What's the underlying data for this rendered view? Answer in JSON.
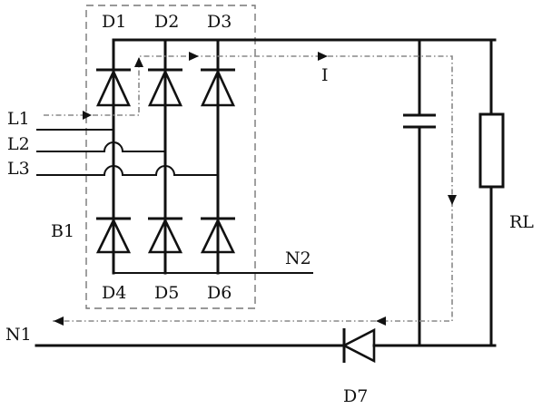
{
  "labels": {
    "d1": "D1",
    "d2": "D2",
    "d3": "D3",
    "d4": "D4",
    "d5": "D5",
    "d6": "D6",
    "d7": "D7",
    "l1": "L1",
    "l2": "L2",
    "l3": "L3",
    "b1": "B1",
    "n1": "N1",
    "n2": "N2",
    "rl": "RL",
    "current": "I"
  }
}
